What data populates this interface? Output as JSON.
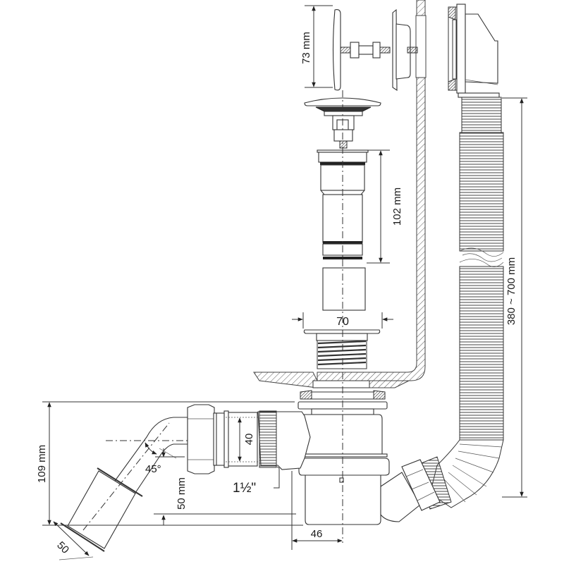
{
  "drawing": {
    "subject": "Bath waste and overflow assembly",
    "colors": {
      "line": "#333333",
      "background": "#ffffff",
      "hatch": "#555555"
    },
    "dimensions": {
      "overflow_plate_height": "73 mm",
      "drain_body_height": "102 mm",
      "drain_flange_width": "70",
      "flexible_hose_length": "380 ~ 700 mm",
      "outlet_height": "109 mm",
      "elbow_angle": "45°",
      "outlet_drop": "50 mm",
      "outlet_pipe_diameter": "50",
      "connector_diameter": "40",
      "thread_size": "1½\"",
      "trap_offset": "46"
    },
    "parts": [
      {
        "name": "overflow-cover-plate"
      },
      {
        "name": "overflow-bolt-and-nuts"
      },
      {
        "name": "overflow-inner-body"
      },
      {
        "name": "bath-wall-section"
      },
      {
        "name": "overflow-elbow-with-gasket"
      },
      {
        "name": "click-clack-plug"
      },
      {
        "name": "drain-body-tube"
      },
      {
        "name": "drain-flange-threaded"
      },
      {
        "name": "bath-floor-section"
      },
      {
        "name": "sealing-gasket"
      },
      {
        "name": "trap-body"
      },
      {
        "name": "flexible-overflow-hose"
      },
      {
        "name": "hose-union-nut"
      },
      {
        "name": "outlet-threaded-connector"
      },
      {
        "name": "outlet-union-nut"
      },
      {
        "name": "outlet-45-elbow-pipe"
      }
    ]
  }
}
